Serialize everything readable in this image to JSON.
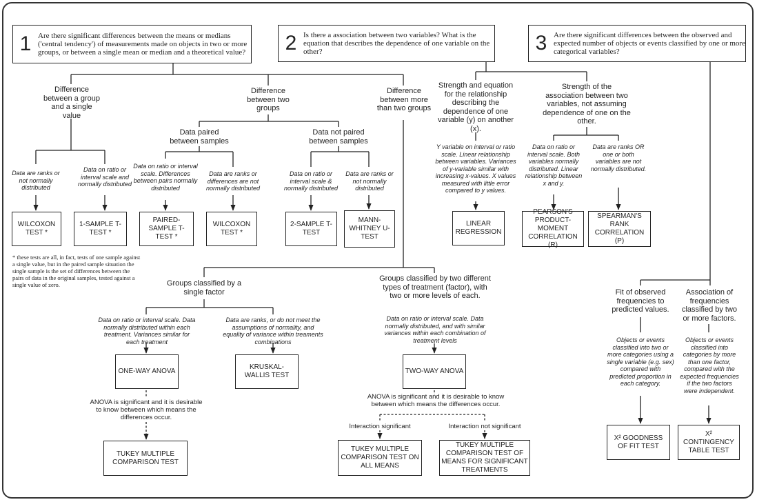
{
  "questions": [
    {
      "num": "1",
      "text": "Are there significant differences between the means or medians ('central tendency') of measurements made on objects in two or more groups, or between a single mean or median and a theoretical value?"
    },
    {
      "num": "2",
      "text": "Is there a association between two variables? What is the equation that describes the dependence of one variable on the other?"
    },
    {
      "num": "3",
      "text": "Are there significant differences between the observed and expected number of objects or events classified by one or more categorical variables?"
    }
  ],
  "branches": {
    "diff_single": "Difference between a group and a single value",
    "diff_two": "Difference between two groups",
    "diff_more": "Difference between more than two groups",
    "paired": "Data paired between samples",
    "not_paired": "Data not paired between samples",
    "strength_eq": "Strength and equation for the relationship describing the dependence of one variable (y) on another (x).",
    "strength_assoc": "Strength of the association between two variables, not assuming dependence of one on the other.",
    "single_factor": "Groups classified by a single factor",
    "two_factor": "Groups classified by two different types of treatment (factor), with two or more levels of each.",
    "fit": "Fit of observed frequencies to predicted values.",
    "assoc_freq": "Association of frequencies classified by two or more factors."
  },
  "conditions": {
    "single_ranks": "Data are ranks or not normally distributed",
    "single_ratio": "Data on ratio or interval scale and normally distributed",
    "paired_ratio": "Data on ratio or interval scale. Differences between pairs normally distributed",
    "paired_ranks": "Data are ranks or differences are not normally distributed",
    "np_ratio": "Data on ratio or interval scale & normally distributed",
    "np_ranks": "Data are ranks or not normally distributed",
    "regression": "Y variable on interval or ratio scale. Linear relationship between variables. Variances of y-variable similar with increasing x-values. X values measured with little error compared to y values.",
    "pearson": "Data on ratio or interval scale. Both variables normally distributed. Linear relationship between x and y.",
    "spearman": "Data are ranks OR one or both variables are not normally distributed.",
    "oneway": "Data on ratio or interval scale. Data normally distributed within each treatment. Variances similar for each treatment",
    "kruskal": "Data are ranks, or do not meet the assumptions of normality, and equality of variance within treaments combinations",
    "twoway": "Data on ratio or interval scale. Data normally distributed, and with similar variances within each combination of treatment levels",
    "gof": "Objects or events classified into two or more categories using a single variable (e.g. sex) compared with predicted proportion in each category.",
    "contingency": "Objects or events classified into categories by more than one factor, compared with the expected frequencies if the two factors were independent."
  },
  "tests": {
    "wilcoxon1": "WILCOXON TEST *",
    "ttest1": "1-SAMPLE t-TEST *",
    "paired_t": "PAIRED-SAMPLE t-TEST *",
    "wilcoxon2": "WILCOXON TEST *",
    "ttest2": "2-SAMPLE t-TEST",
    "mannwhitney": "MANN-WHITNEY U-TEST",
    "regression": "LINEAR REGRESSION",
    "pearson": "PEARSON'S PRODUCT-MOMENT CORRELATION (r)",
    "spearman": "SPEARMAN'S RANK CORRELATION (ρ)",
    "oneway": "ONE-WAY ANOVA",
    "kruskal": "KRUSKAL-WALLIS TEST",
    "tukey1": "TUKEY MULTIPLE COMPARISON TEST",
    "twoway": "TWO-WAY ANOVA",
    "tukey_all": "TUKEY MULTIPLE COMPARISON TEST ON ALL MEANS",
    "tukey_sig": "TUKEY MULTIPLE COMPARISON TEST OF MEANS FOR SIGNIFICANT TREATMENTS",
    "gof": "χ² GOODNESS OF FIT TEST",
    "contingency": "χ² CONTINGENCY TABLE TEST"
  },
  "notes": {
    "anova1": "ANOVA is significant and it is desirable to know between which means the differences occur.",
    "anova2": "ANOVA is significant and it is desirable to know between which means the differences occur.",
    "interaction_sig": "Interaction significant",
    "interaction_nonsig": "Interaction not significant",
    "footnote": "* these tests are all, in fact, tests of one sample against a single value, but in the paired sample situation the single sample is the set of differences between the pairs of data in the original samples, tested against a single value of zero."
  }
}
